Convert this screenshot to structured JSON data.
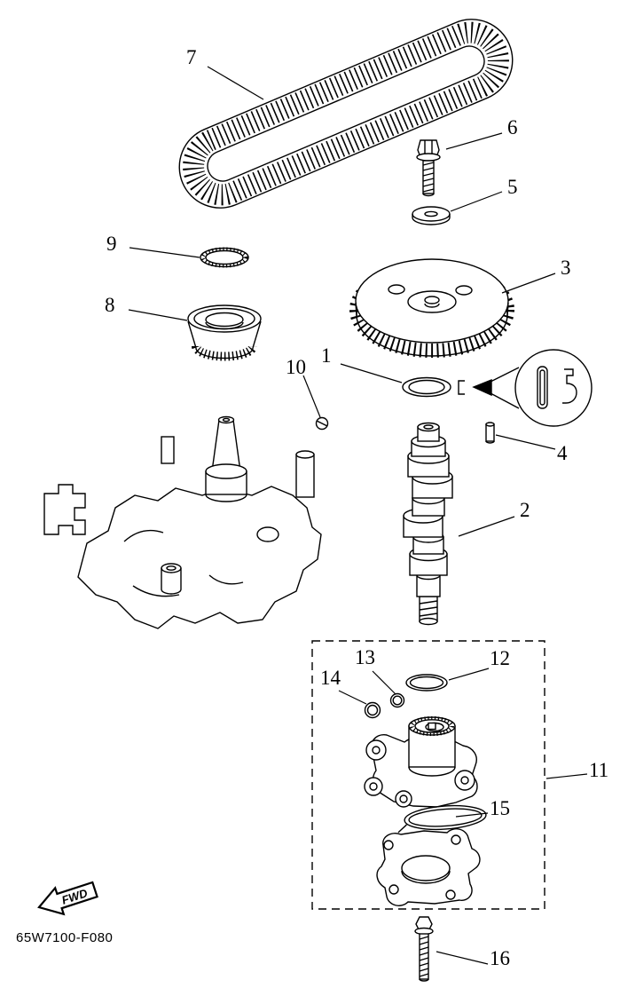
{
  "diagram": {
    "code": "65W7100-F080",
    "fwd": "FWD",
    "ink_color": "#000000",
    "background_color": "#ffffff",
    "callouts": [
      {
        "label": "1"
      },
      {
        "label": "2"
      },
      {
        "label": "3"
      },
      {
        "label": "4"
      },
      {
        "label": "5"
      },
      {
        "label": "6"
      },
      {
        "label": "7"
      },
      {
        "label": "8"
      },
      {
        "label": "9"
      },
      {
        "label": "10"
      },
      {
        "label": "11"
      },
      {
        "label": "12"
      },
      {
        "label": "13"
      },
      {
        "label": "14"
      },
      {
        "label": "15"
      },
      {
        "label": "16"
      }
    ]
  }
}
